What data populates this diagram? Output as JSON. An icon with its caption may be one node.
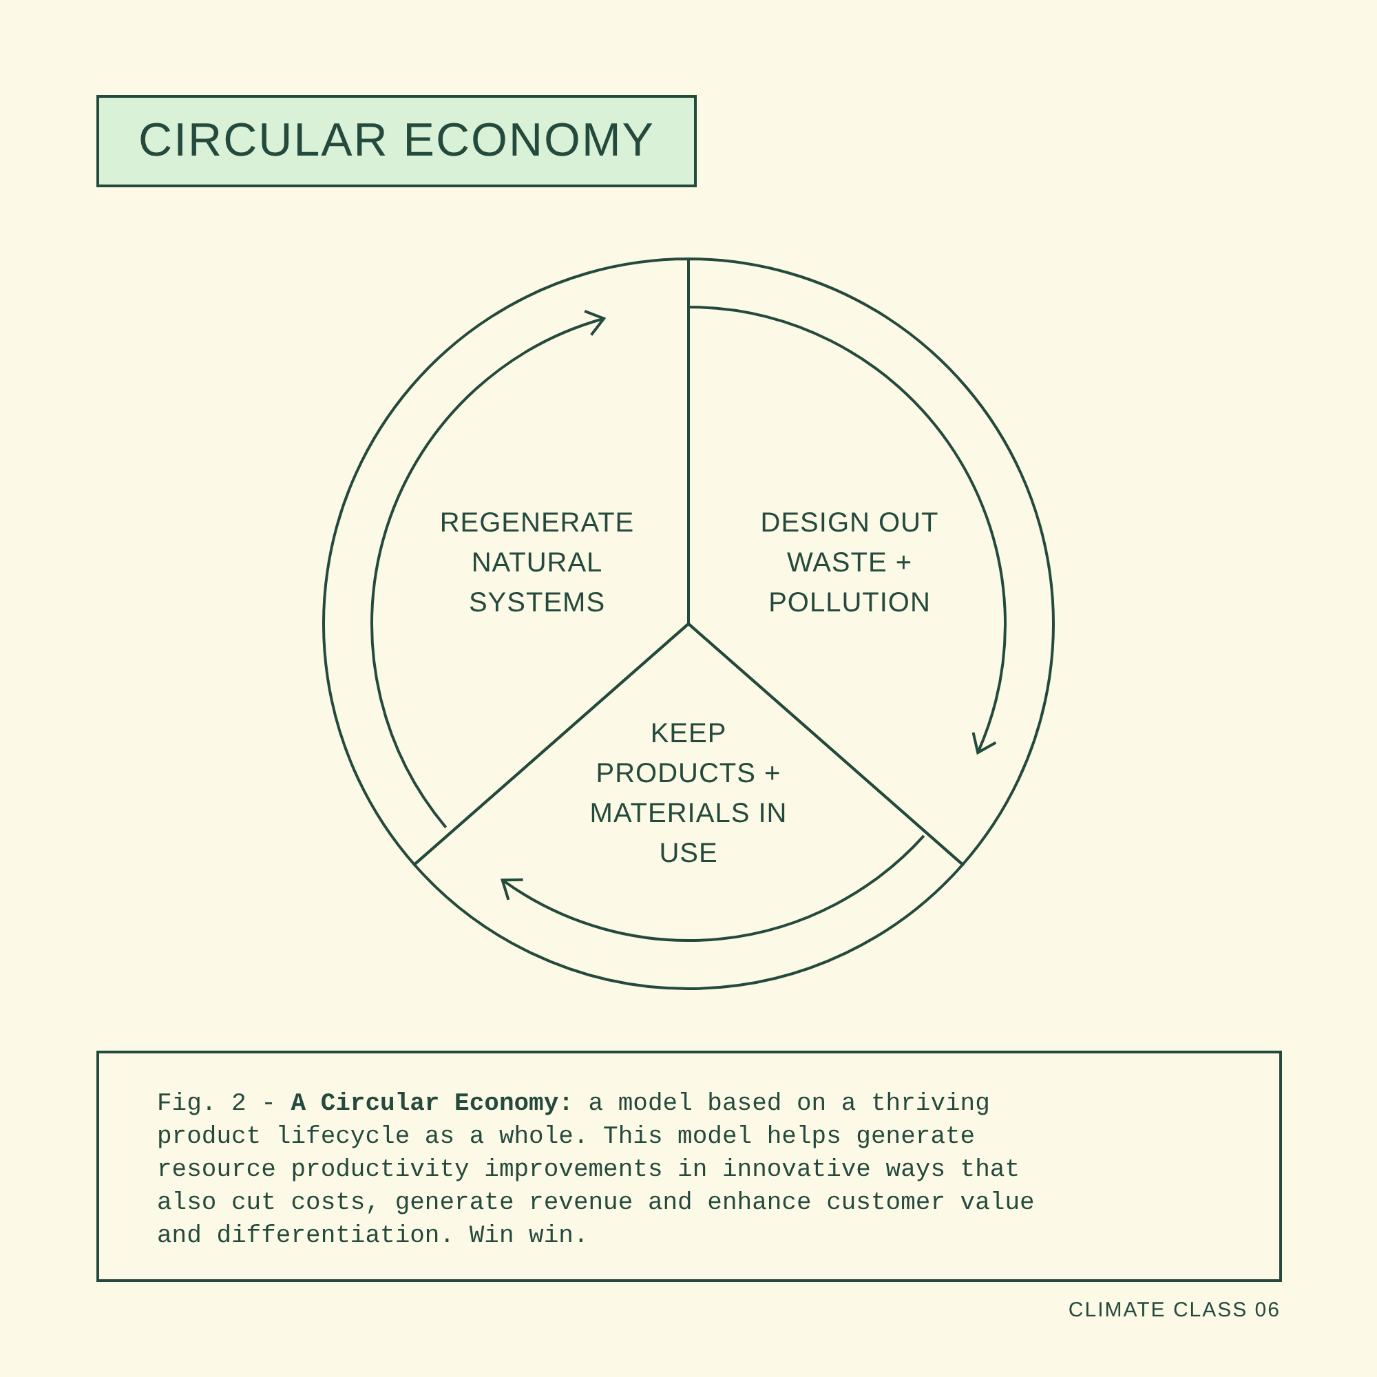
{
  "diagram": {
    "title": "CIRCULAR ECONOMY",
    "caption": "Fig. 2 - **A Circular Economy:** a model based on a thriving product lifecycle as a whole. This model helps generate resource productivity improvements in innovative ways that also cut costs, generate revenue and enhance customer value and differentiation. Win win.",
    "nodes": [
      {
        "text": [
          "REGENERATE NATURAL SYSTEMS"
        ]
      },
      {
        "text": [
          "DESIGN OUT WASTE + POLLUTION"
        ]
      },
      {
        "text": [
          "KEEP PRODUCTS + MATERIALS IN USE"
        ]
      }
    ],
    "edges": [
      {
        "from": 0,
        "to": 1,
        "arrow": "to"
      },
      {
        "from": 1,
        "to": 2,
        "arrow": "to"
      },
      {
        "from": 2,
        "to": 0,
        "arrow": "to"
      }
    ],
    "labels": [
      "CLIMATE CLASS 06"
    ]
  }
}
